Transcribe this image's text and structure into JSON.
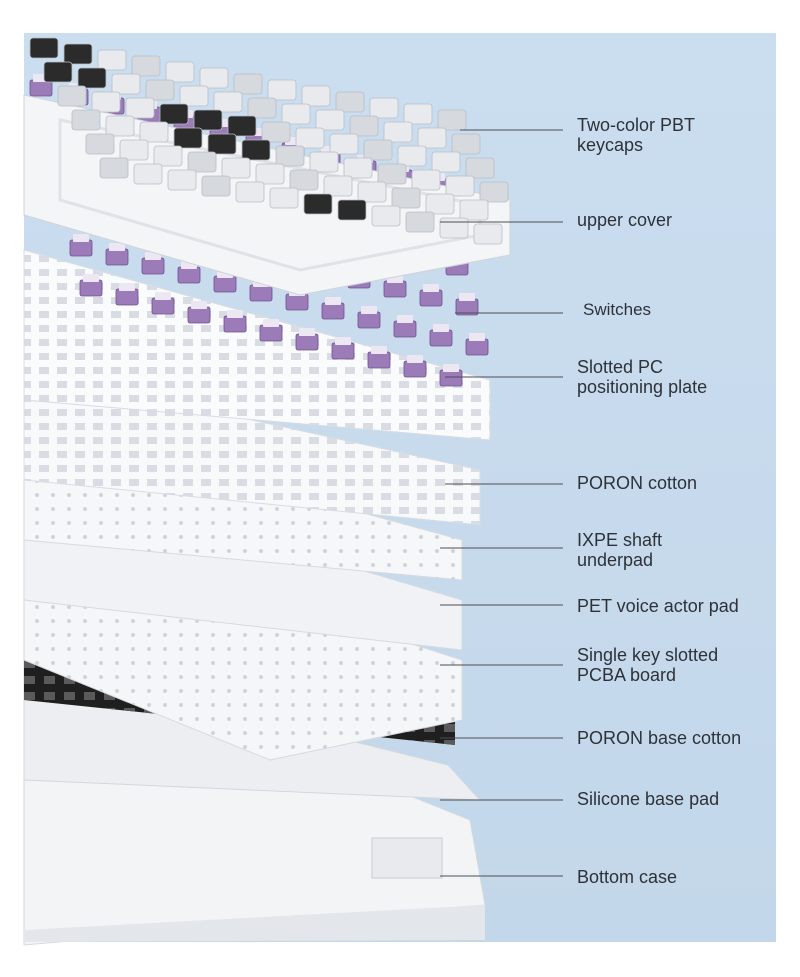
{
  "layers": [
    {
      "label": "Two-color PBT\nkeycaps"
    },
    {
      "label": "upper cover"
    },
    {
      "label": "Switches"
    },
    {
      "label": "Slotted PC\npositioning plate"
    },
    {
      "label": "PORON cotton"
    },
    {
      "label": "IXPE shaft\nunderpad"
    },
    {
      "label": "PET voice actor pad"
    },
    {
      "label": "Single key slotted\nPCBA board"
    },
    {
      "label": "PORON base cotton"
    },
    {
      "label": "Silicone base pad"
    },
    {
      "label": "Bottom case"
    }
  ],
  "colors": {
    "background": "#c9dcee",
    "keycap_light": "#e4e6ea",
    "keycap_dark": "#2b2b2b",
    "switch_purple": "#9b7bb8",
    "layer_white": "#f7f8fa",
    "poron_base": "#1f1f1f",
    "leader_line": "#4a4f55"
  }
}
